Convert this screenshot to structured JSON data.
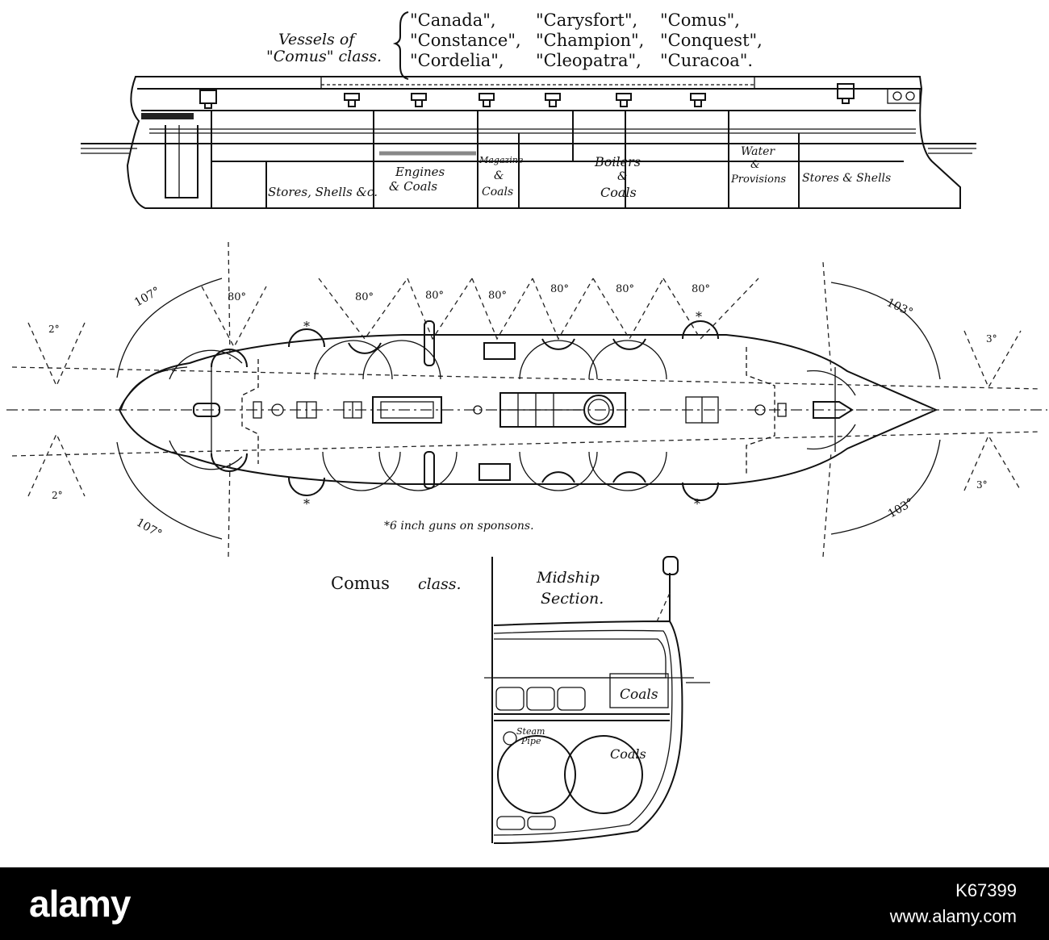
{
  "header": {
    "vessels_line1": "Vessels of",
    "vessels_line2": "\"Comus\" class.",
    "ships": [
      [
        "\"Canada\",",
        "\"Carysfort\",",
        "\"Comus\","
      ],
      [
        "\"Constance\",",
        "\"Champion\",",
        "\"Conquest\","
      ],
      [
        "\"Cordelia\",",
        "\"Cleopatra\",",
        "\"Curacoa\"."
      ]
    ]
  },
  "profile": {
    "compartments": {
      "stores_aft": "Stores, Shells &c.",
      "engines_1": "Engines",
      "engines_2": "& Coals",
      "magazine_1": "Magazine",
      "magazine_2": "&",
      "magazine_3": "Coals",
      "boilers_1": "Boilers",
      "boilers_2": "&",
      "boilers_3": "Coals",
      "water_1": "Water",
      "water_2": "&",
      "water_3": "Provisions",
      "stores_fwd": "Stores & Shells"
    }
  },
  "plan": {
    "arcs": {
      "stern_top": "107°",
      "stern_bottom": "107°",
      "bow_top": "103°",
      "bow_bottom": "103°",
      "broadside": [
        "80°",
        "80°",
        "80°",
        "80°",
        "80°",
        "80°",
        "80°"
      ],
      "stern_small_top": "2°",
      "stern_small_bottom": "2°",
      "bow_small_top": "3°",
      "bow_small_bottom": "3°"
    },
    "note": "*6 inch guns on sponsons."
  },
  "section": {
    "class_label_1": "Comus",
    "class_label_2": "class.",
    "title_1": "Midship",
    "title_2": "Section.",
    "coals_upper": "Coals",
    "coals_lower": "Coals",
    "steam_1": "Steam",
    "steam_2": "Pipe"
  },
  "footer": {
    "brand": "alamy",
    "image_id": "K67399",
    "site": "www.alamy.com"
  },
  "colors": {
    "paper": "#ffffff",
    "ink": "#111111",
    "footer_bg": "#000000",
    "footer_text": "#ffffff"
  }
}
